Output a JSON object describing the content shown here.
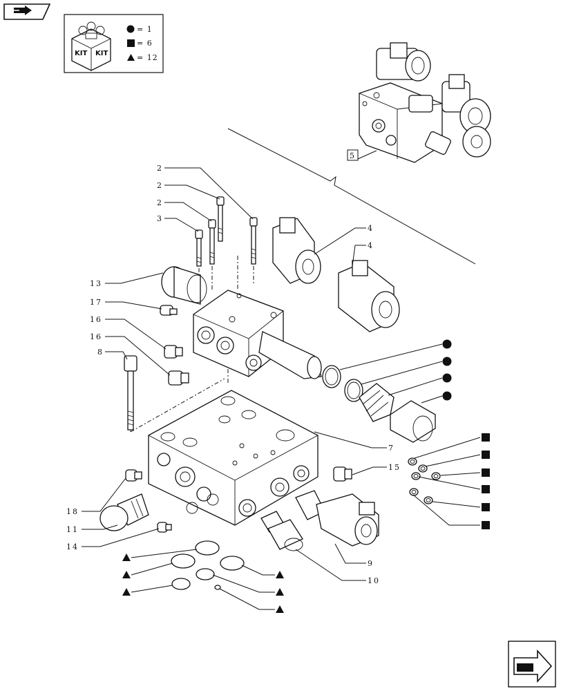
{
  "kit_legend": {
    "box_label_left": "KIT",
    "box_label_right": "KIT",
    "items": [
      {
        "symbol": "circle",
        "text": "= 1"
      },
      {
        "symbol": "square",
        "text": "= 6"
      },
      {
        "symbol": "triangle",
        "text": "= 12"
      }
    ]
  },
  "assembly_ref": "5",
  "callouts": {
    "c2a": "2",
    "c2b": "2",
    "c2c": "2",
    "c3": "3",
    "c13": "13",
    "c17": "17",
    "c16a": "16",
    "c16b": "16",
    "c8": "8",
    "c4a": "4",
    "c4b": "4",
    "c7": "7",
    "c15": "15",
    "c18": "18",
    "c11": "11",
    "c14": "14",
    "c9": "9",
    "c10": "10"
  },
  "icons": {
    "top_left": "folder-arrow-icon",
    "bottom_right": "next-page-arrow-icon"
  },
  "colors": {
    "ink": "#111111",
    "paper": "#ffffff"
  }
}
